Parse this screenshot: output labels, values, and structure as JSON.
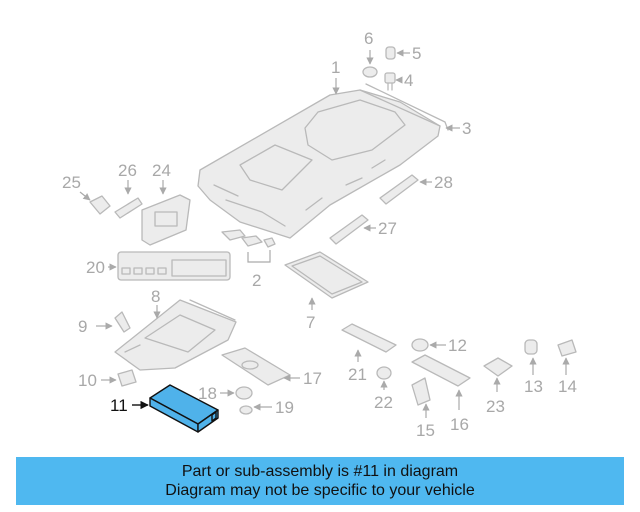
{
  "diagram": {
    "highlight_color": "#4fb2ea",
    "line_color": "#b9b9b9",
    "callouts": [
      {
        "id": "c1",
        "label": "1"
      },
      {
        "id": "c2",
        "label": "2"
      },
      {
        "id": "c3",
        "label": "3"
      },
      {
        "id": "c4",
        "label": "4"
      },
      {
        "id": "c5",
        "label": "5"
      },
      {
        "id": "c6",
        "label": "6"
      },
      {
        "id": "c7",
        "label": "7"
      },
      {
        "id": "c8",
        "label": "8"
      },
      {
        "id": "c9",
        "label": "9"
      },
      {
        "id": "c10",
        "label": "10"
      },
      {
        "id": "c11",
        "label": "11",
        "highlighted": true
      },
      {
        "id": "c12",
        "label": "12"
      },
      {
        "id": "c13",
        "label": "13"
      },
      {
        "id": "c14",
        "label": "14"
      },
      {
        "id": "c15",
        "label": "15"
      },
      {
        "id": "c16",
        "label": "16"
      },
      {
        "id": "c17",
        "label": "17"
      },
      {
        "id": "c18",
        "label": "18"
      },
      {
        "id": "c19",
        "label": "19"
      },
      {
        "id": "c20",
        "label": "20"
      },
      {
        "id": "c21",
        "label": "21"
      },
      {
        "id": "c22",
        "label": "22"
      },
      {
        "id": "c23",
        "label": "23"
      },
      {
        "id": "c24",
        "label": "24"
      },
      {
        "id": "c25",
        "label": "25"
      },
      {
        "id": "c26",
        "label": "26"
      },
      {
        "id": "c27",
        "label": "27"
      },
      {
        "id": "c28",
        "label": "28"
      }
    ]
  },
  "banner": {
    "line1": "Part or sub-assembly is #11 in diagram",
    "line2": "Diagram may not be specific to your vehicle",
    "color": "#4fb8f0"
  }
}
